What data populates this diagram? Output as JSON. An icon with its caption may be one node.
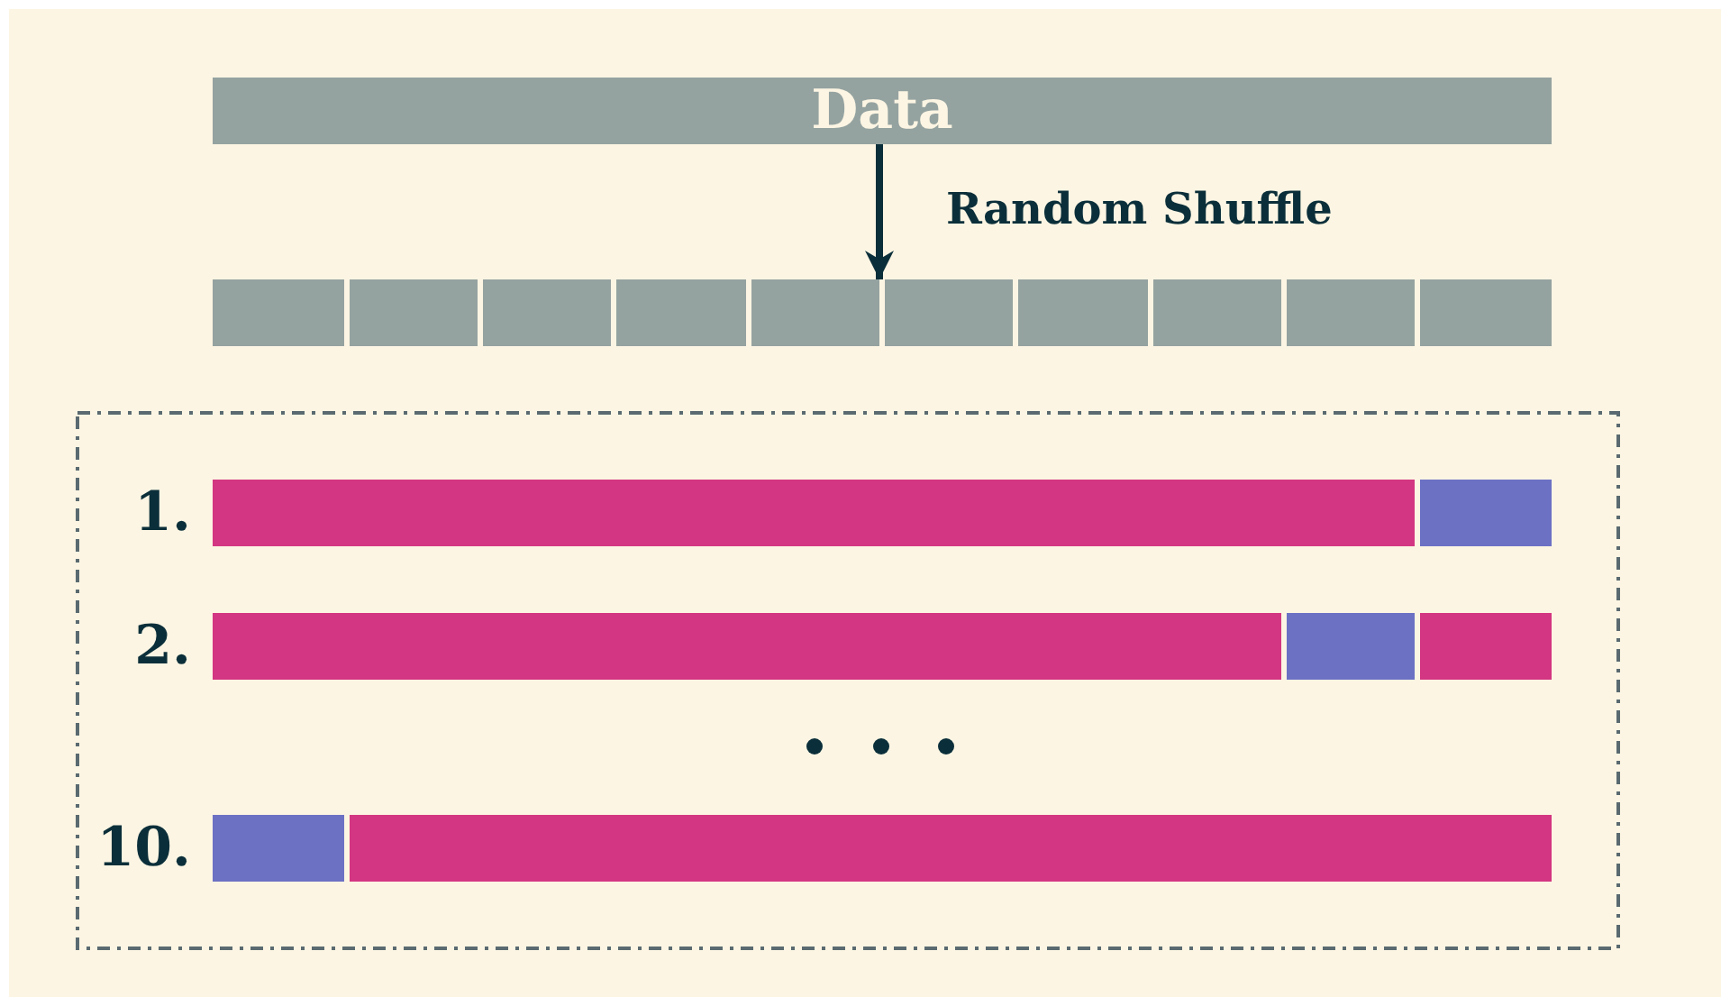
{
  "diagram": {
    "nodes": [
      {
        "text": [
          "Data"
        ]
      },
      {
        "text": [],
        "shape": "bar"
      }
    ],
    "edges": [
      {
        "from": 0,
        "to": 1,
        "arrow": "to",
        "label": "Random Shuffle"
      }
    ],
    "labels": [
      "1.",
      "2.",
      "10."
    ]
  }
}
